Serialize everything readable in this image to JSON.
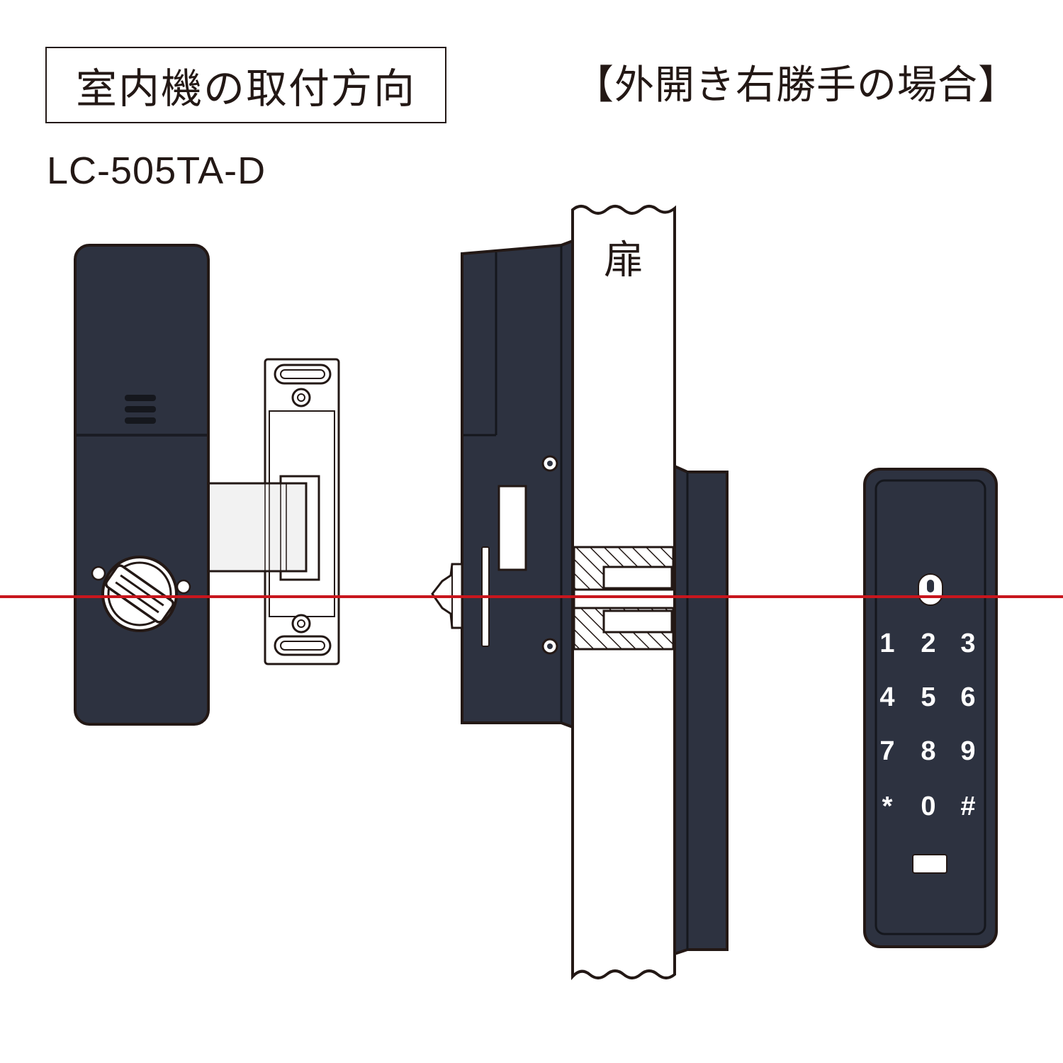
{
  "heading": {
    "title": "室内機の取付方向",
    "condition": "【外開き右勝手の場合】",
    "model": "LC-505TA-D"
  },
  "labels": {
    "door": "扉"
  },
  "keypad": {
    "keys": [
      "1",
      "2",
      "3",
      "4",
      "5",
      "6",
      "7",
      "8",
      "9",
      "*",
      "0",
      "#"
    ]
  },
  "colors": {
    "unit_body": "#2d3240",
    "outline": "#231815",
    "door_fill": "#ffffff",
    "plate_fill": "#f2f2f2",
    "guide_line": "#c8161d",
    "key_text": "#ffffff"
  },
  "icons": {
    "thumb_turn": "thumb-turn-knob-icon",
    "screw": "screw-icon",
    "fingerprint_sensor": "sensor-icon",
    "card_reader": "card-slot-icon"
  }
}
